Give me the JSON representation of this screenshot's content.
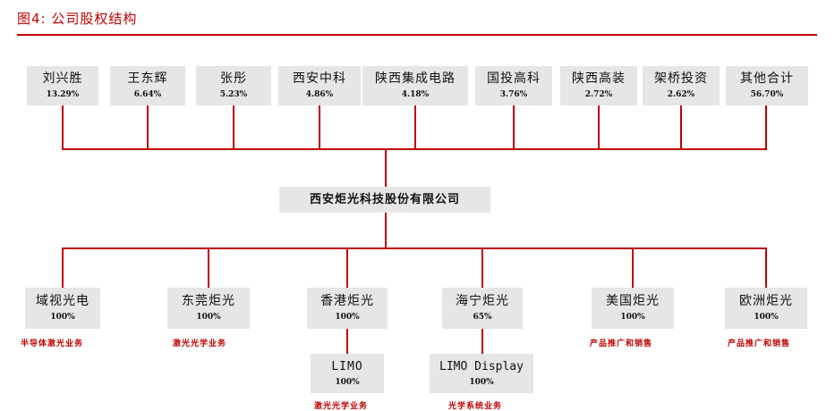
{
  "figure": {
    "title": "图4:   公司股权结构"
  },
  "shareholders": [
    {
      "name": "刘兴胜",
      "pct": "13.29%"
    },
    {
      "name": "王东辉",
      "pct": "6.64%"
    },
    {
      "name": "张彤",
      "pct": "5.23%"
    },
    {
      "name": "西安中科",
      "pct": "4.86%"
    },
    {
      "name": "陕西集成电路",
      "pct": "4.18%"
    },
    {
      "name": "国投高科",
      "pct": "3.76%"
    },
    {
      "name": "陕西高装",
      "pct": "2.72%"
    },
    {
      "name": "架桥投资",
      "pct": "2.62%"
    },
    {
      "name": "其他合计",
      "pct": "56.70%"
    }
  ],
  "company": {
    "name": "西安炬光科技股份有限公司"
  },
  "subsidiaries": [
    {
      "name": "域视光电",
      "pct": "100%",
      "note": "半导体激光业务"
    },
    {
      "name": "东莞炬光",
      "pct": "100%",
      "note": "激光光学业务"
    },
    {
      "name": "香港炬光",
      "pct": "100%",
      "note": ""
    },
    {
      "name": "海宁炬光",
      "pct": "65%",
      "note": ""
    },
    {
      "name": "美国炬光",
      "pct": "100%",
      "note": "产品推广和销售"
    },
    {
      "name": "欧洲炬光",
      "pct": "100%",
      "note": "产品推广和销售"
    }
  ],
  "sub_subsidiaries": [
    {
      "name": "LIMO",
      "pct": "100%",
      "note": "激光光学业务"
    },
    {
      "name": "LIMO Display",
      "pct": "100%",
      "note": "光学系统业务"
    }
  ],
  "colors": {
    "accent": "#c00000",
    "box_fill": "#e6e6e6"
  }
}
